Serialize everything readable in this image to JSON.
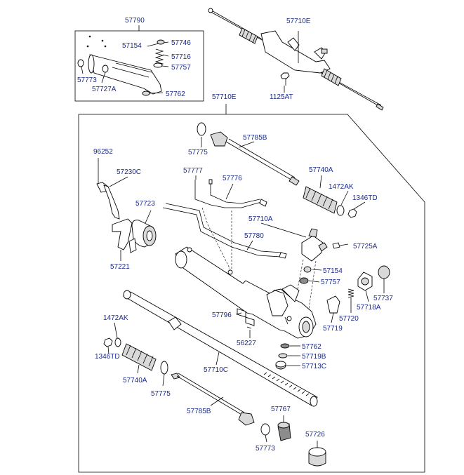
{
  "diagram": {
    "labels": {
      "l57790": "57790",
      "l57710E_top": "57710E",
      "l57154_inset": "57154",
      "l57746": "57746",
      "l57716": "57716",
      "l57757_inset": "57757",
      "l57773_inset": "57773",
      "l57727A": "57727A",
      "l57762_inset": "57762",
      "l1125AT": "1125AT",
      "l57710E_main": "57710E",
      "l96252": "96252",
      "l57230C": "57230C",
      "l57775_top": "57775",
      "l57785B_top": "57785B",
      "l57777": "57777",
      "l57776": "57776",
      "l57740A_right": "57740A",
      "l1472AK_right": "1472AK",
      "l1346TD_right": "1346TD",
      "l57723": "57723",
      "l57710A": "57710A",
      "l57725A": "57725A",
      "l57780": "57780",
      "l57221": "57221",
      "l57154_main": "57154",
      "l57757_main": "57757",
      "l57737": "57737",
      "l57718A": "57718A",
      "l57720": "57720",
      "l57719": "57719",
      "l57796": "57796",
      "l1472AK_left": "1472AK",
      "l56227": "56227",
      "l57762_main": "57762",
      "l57719B": "57719B",
      "l57713C": "57713C",
      "l1346TD_left": "1346TD",
      "l57710C": "57710C",
      "l57740A_left": "57740A",
      "l57775_bottom": "57775",
      "l57785B_bottom": "57785B",
      "l57767": "57767",
      "l57773_bottom": "57773",
      "l57726": "57726"
    }
  }
}
